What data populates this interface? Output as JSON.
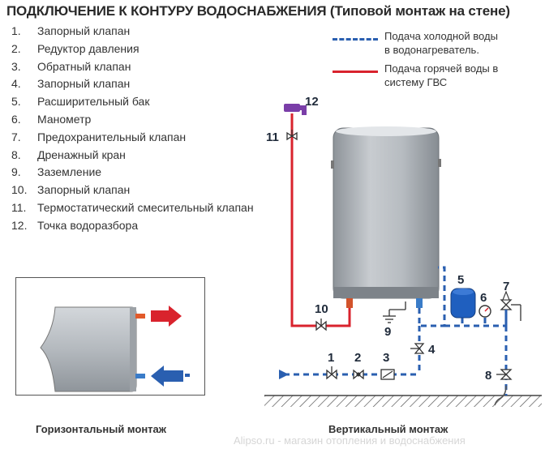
{
  "title": "ПОДКЛЮЧЕНИЕ К КОНТУРУ ВОДОСНАБЖЕНИЯ (Типовой монтаж на стене)",
  "parts": [
    {
      "num": "1.",
      "label": "Запорный клапан"
    },
    {
      "num": "2.",
      "label": "Редуктор давления"
    },
    {
      "num": "3.",
      "label": "Обратный клапан"
    },
    {
      "num": "4.",
      "label": "Запорный клапан"
    },
    {
      "num": "5.",
      "label": "Расширительный бак"
    },
    {
      "num": "6.",
      "label": "Манометр"
    },
    {
      "num": "7.",
      "label": "Предохранительный клапан"
    },
    {
      "num": "8.",
      "label": "Дренажный кран"
    },
    {
      "num": "9.",
      "label": "Заземление"
    },
    {
      "num": "10.",
      "label": "Запорный клапан"
    },
    {
      "num": "11.",
      "label": "Термостатический смесительный клапан"
    },
    {
      "num": "12.",
      "label": "Точка водоразбора"
    }
  ],
  "legend": {
    "cold": "Подача холодной воды\nв водонагреватель.",
    "hot": "Подача горячей воды в\nсистему ГВС"
  },
  "colors": {
    "cold": "#2a5fb0",
    "hot": "#d9232d",
    "tank": "#b9bec4",
    "labels": "#1f2a3a"
  },
  "diagram_labels": {
    "n1": "1",
    "n2": "2",
    "n3": "3",
    "n4": "4",
    "n5": "5",
    "n6": "6",
    "n7": "7",
    "n8": "8",
    "n9": "9",
    "n10": "10",
    "n11": "11",
    "n12": "12"
  },
  "captions": {
    "horizontal": "Горизонтальный монтаж",
    "vertical": "Вертикальный монтаж"
  },
  "watermark": "Alipso.ru - магазин отопления и водоснабжения"
}
